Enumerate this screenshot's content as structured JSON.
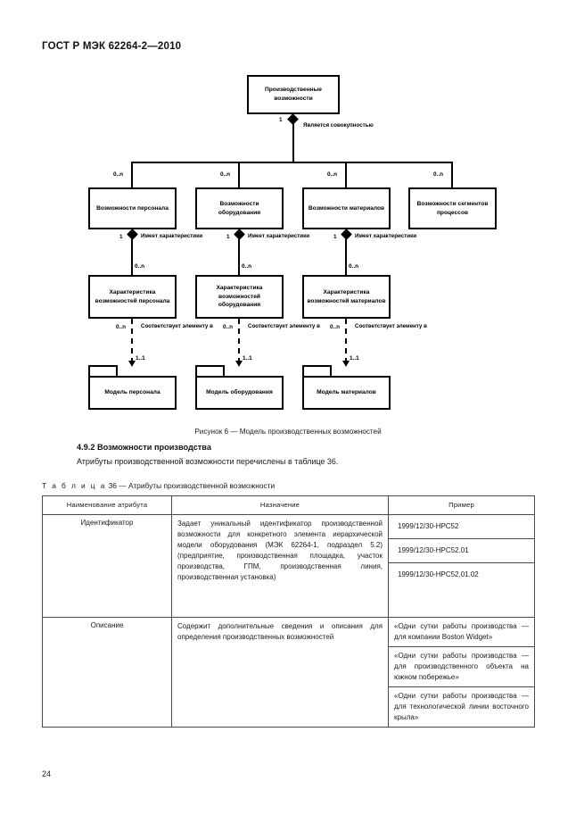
{
  "document": {
    "standard_header": "ГОСТ Р МЭК 62264-2—2010",
    "page_number": "24"
  },
  "figure": {
    "caption": "Рисунок 6 — Модель производственных возможностей",
    "nodes": {
      "root": "Производственные возможности",
      "capability_personnel": "Возможности персонала",
      "capability_equipment": "Возможности оборудования",
      "capability_material": "Возможности материалов",
      "capability_process_segments": "Возможности сегментов процессов",
      "property_personnel": "Характеристика возможностей персонала",
      "property_equipment": "Характеристика возможностей оборудования",
      "property_material": "Характеристика возможностей материалов",
      "model_personnel": "Модель персонала",
      "model_equipment": "Модель оборудования",
      "model_material": "Модель материалов"
    },
    "roles": {
      "is_collection_of": "Является совокупностью",
      "has_properties": "Имеет характеристики",
      "corresponds_to": "Соответствует элементу в"
    },
    "multiplicities": {
      "one": "1",
      "zero_to_n": "0..n",
      "one_to_one": "1..1"
    }
  },
  "section": {
    "heading": "4.9.2 Возможности производства",
    "paragraph": "Атрибуты производственной возможности перечислены в таблице 36."
  },
  "table": {
    "caption_label": "Т а б л и ц а",
    "caption_rest": "36 — Атрибуты производственной возможности",
    "headers": [
      "Наименование атрибута",
      "Назначение",
      "Пример"
    ],
    "rows": [
      {
        "name": "Идентификатор",
        "purpose": "Задает уникальный идентификатор производственной возможности для конкретного элемента иерархической модели оборудования (МЭК 62264-1, подраздел 5.2) (предприятие, производственная площадка, участок производства, ГПМ, производственная линия, производственная установка)",
        "examples": [
          "1999/12/30-НРС52",
          "1999/12/30-HPC52.01",
          "1999/12/30-HPC52.01.02"
        ]
      },
      {
        "name": "Описание",
        "purpose": "Содержит дополнительные сведения и описания для определения производственных возможностей",
        "examples": [
          "«Одни сутки работы производства — для компании Boston Widget»",
          "«Одни сутки работы производства — для производственного объекта на южном побережье»",
          "«Одни сутки работы производства — для технологической линии восточного крыла»"
        ]
      }
    ]
  }
}
